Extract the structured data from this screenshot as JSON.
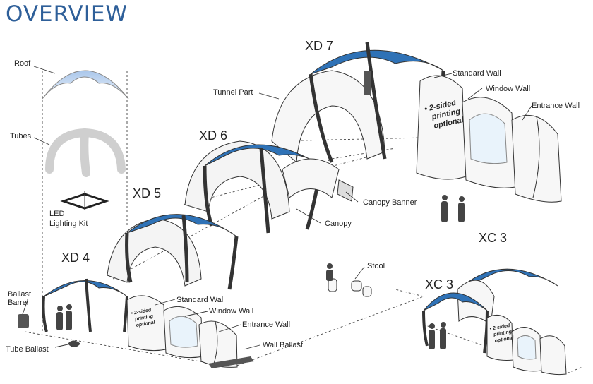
{
  "title": "OVERVIEW",
  "colors": {
    "canopy": "#2f72b6",
    "title": "#2e5f99",
    "outline": "#333333",
    "wall": "#f7f7f7",
    "tube": "#e4e4e4"
  },
  "models": {
    "xd7": "XD 7",
    "xd6": "XD 6",
    "xd5": "XD 5",
    "xd4": "XD 4",
    "xc3_back": "XC 3",
    "xc3_front": "XC 3"
  },
  "parts": {
    "roof": "Roof",
    "tubes": "Tubes",
    "led_1": "LED",
    "led_2": "Lighting Kit",
    "ballast_1": "Ballast",
    "ballast_2": "Barrel",
    "tube_ballast": "Tube Ballast",
    "tunnel_part": "Tunnel Part",
    "standard_wall_top": "Standard Wall",
    "window_wall_top": "Window Wall",
    "entrance_wall_top": "Entrance Wall",
    "canopy_banner": "Canopy Banner",
    "canopy": "Canopy",
    "stool": "Stool",
    "standard_wall_bottom": "Standard Wall",
    "window_wall_bottom": "Window Wall",
    "entrance_wall_bottom": "Entrance Wall",
    "wall_ballast": "Wall Ballast"
  },
  "printing_note": {
    "line1": "• 2-sided",
    "line2": "printing",
    "line3": "optional"
  }
}
